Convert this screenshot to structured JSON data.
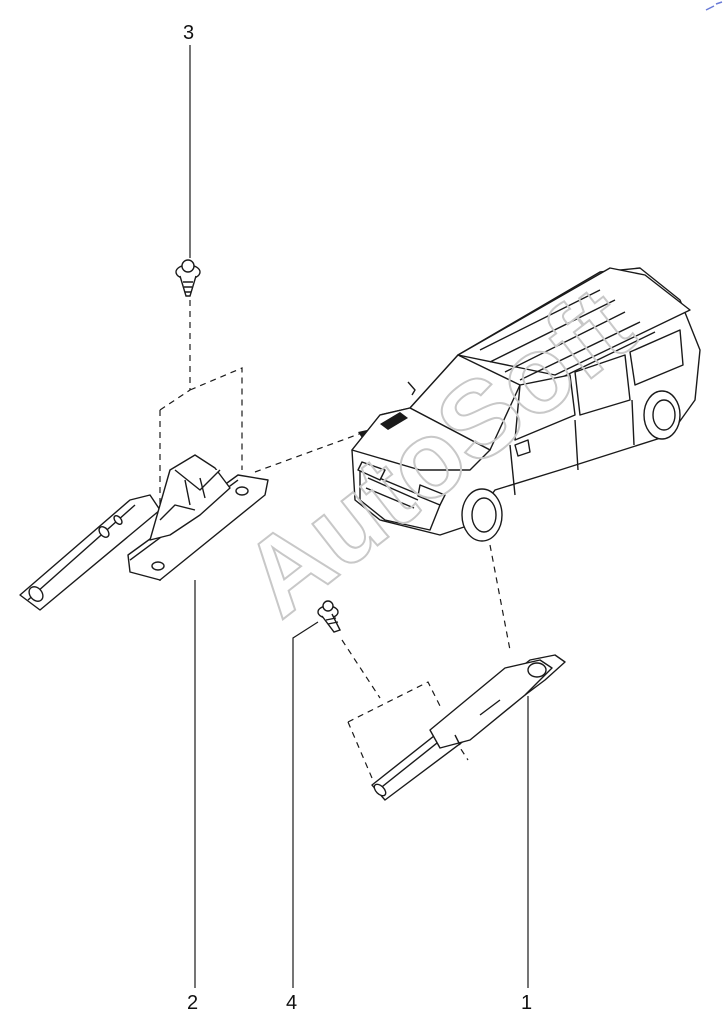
{
  "diagram": {
    "callouts": [
      {
        "id": "1",
        "label": "1"
      },
      {
        "id": "2",
        "label": "2"
      },
      {
        "id": "3",
        "label": "3"
      },
      {
        "id": "4",
        "label": "4"
      }
    ],
    "watermark": "AutoSoft",
    "colors": {
      "line": "#1a1a1a",
      "watermark": "#c8c8c8",
      "corner_mark": "#6a7bd6"
    }
  }
}
